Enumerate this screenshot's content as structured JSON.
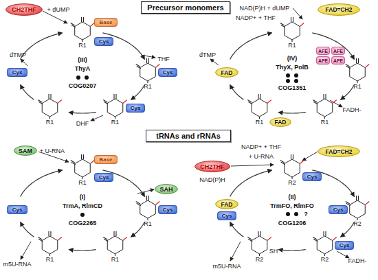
{
  "diagram": {
    "nodes": [
      {
        "text": [
          "Precursor monomers"
        ]
      },
      {
        "text": [
          "CH2THF"
        ]
      },
      {
        "text": [
          "Base"
        ]
      },
      {
        "text": [
          "Cys"
        ]
      },
      {
        "text": [
          "Cys"
        ]
      },
      {
        "text": [
          "Cys"
        ]
      },
      {
        "text": [
          "Cys"
        ]
      },
      {
        "text": [
          "FAD=CH2"
        ]
      },
      {
        "text": [
          "AFE"
        ]
      },
      {
        "text": [
          "AFE"
        ]
      },
      {
        "text": [
          "AFE"
        ]
      },
      {
        "text": [
          "AFE"
        ]
      },
      {
        "text": [
          "FAD"
        ]
      },
      {
        "text": [
          "FAD"
        ]
      },
      {
        "text": [
          "tRNAs and rRNAs"
        ]
      },
      {
        "text": [
          "SAM"
        ]
      },
      {
        "text": [
          "Base"
        ]
      },
      {
        "text": [
          "Cys"
        ]
      },
      {
        "text": [
          "SAH"
        ]
      },
      {
        "text": [
          "Cys"
        ]
      },
      {
        "text": [
          "Cys"
        ]
      },
      {
        "text": [
          "CH2THF"
        ]
      },
      {
        "text": [
          "FAD=CH2"
        ]
      },
      {
        "text": [
          "Cys"
        ]
      },
      {
        "text": [
          "Cys"
        ]
      },
      {
        "text": [
          "Cys"
        ]
      },
      {
        "text": [
          "FAD"
        ]
      },
      {
        "text": [
          "Cys"
        ]
      }
    ],
    "labels": [
      "+ dUMP",
      "THF",
      "DHF",
      "dTMP",
      "(III)",
      "ThyA",
      "COG0207",
      "R1",
      "R1",
      "R1",
      "R1",
      "NAD(P)H + dUMP",
      "NADP+ + THF",
      "dTMP",
      "FADH-",
      "(IV)",
      "ThyX, PolB",
      "COG1351",
      "R1",
      "R1",
      "R1",
      "R1",
      "+ U-RNA",
      "m5U-RNA",
      "(I)",
      "TrmA, RlmCD",
      "COG2265",
      "R1",
      "R1",
      "R1",
      "R1",
      "NADP+ + THF",
      "+ U-RNA",
      "NAD(P)H",
      "FADH-",
      "SH",
      "m5U-RNA",
      "(II)",
      "TrmFO, RlmFO",
      "?",
      "COG1206",
      "R2",
      "R2",
      "R2",
      "R2"
    ]
  }
}
